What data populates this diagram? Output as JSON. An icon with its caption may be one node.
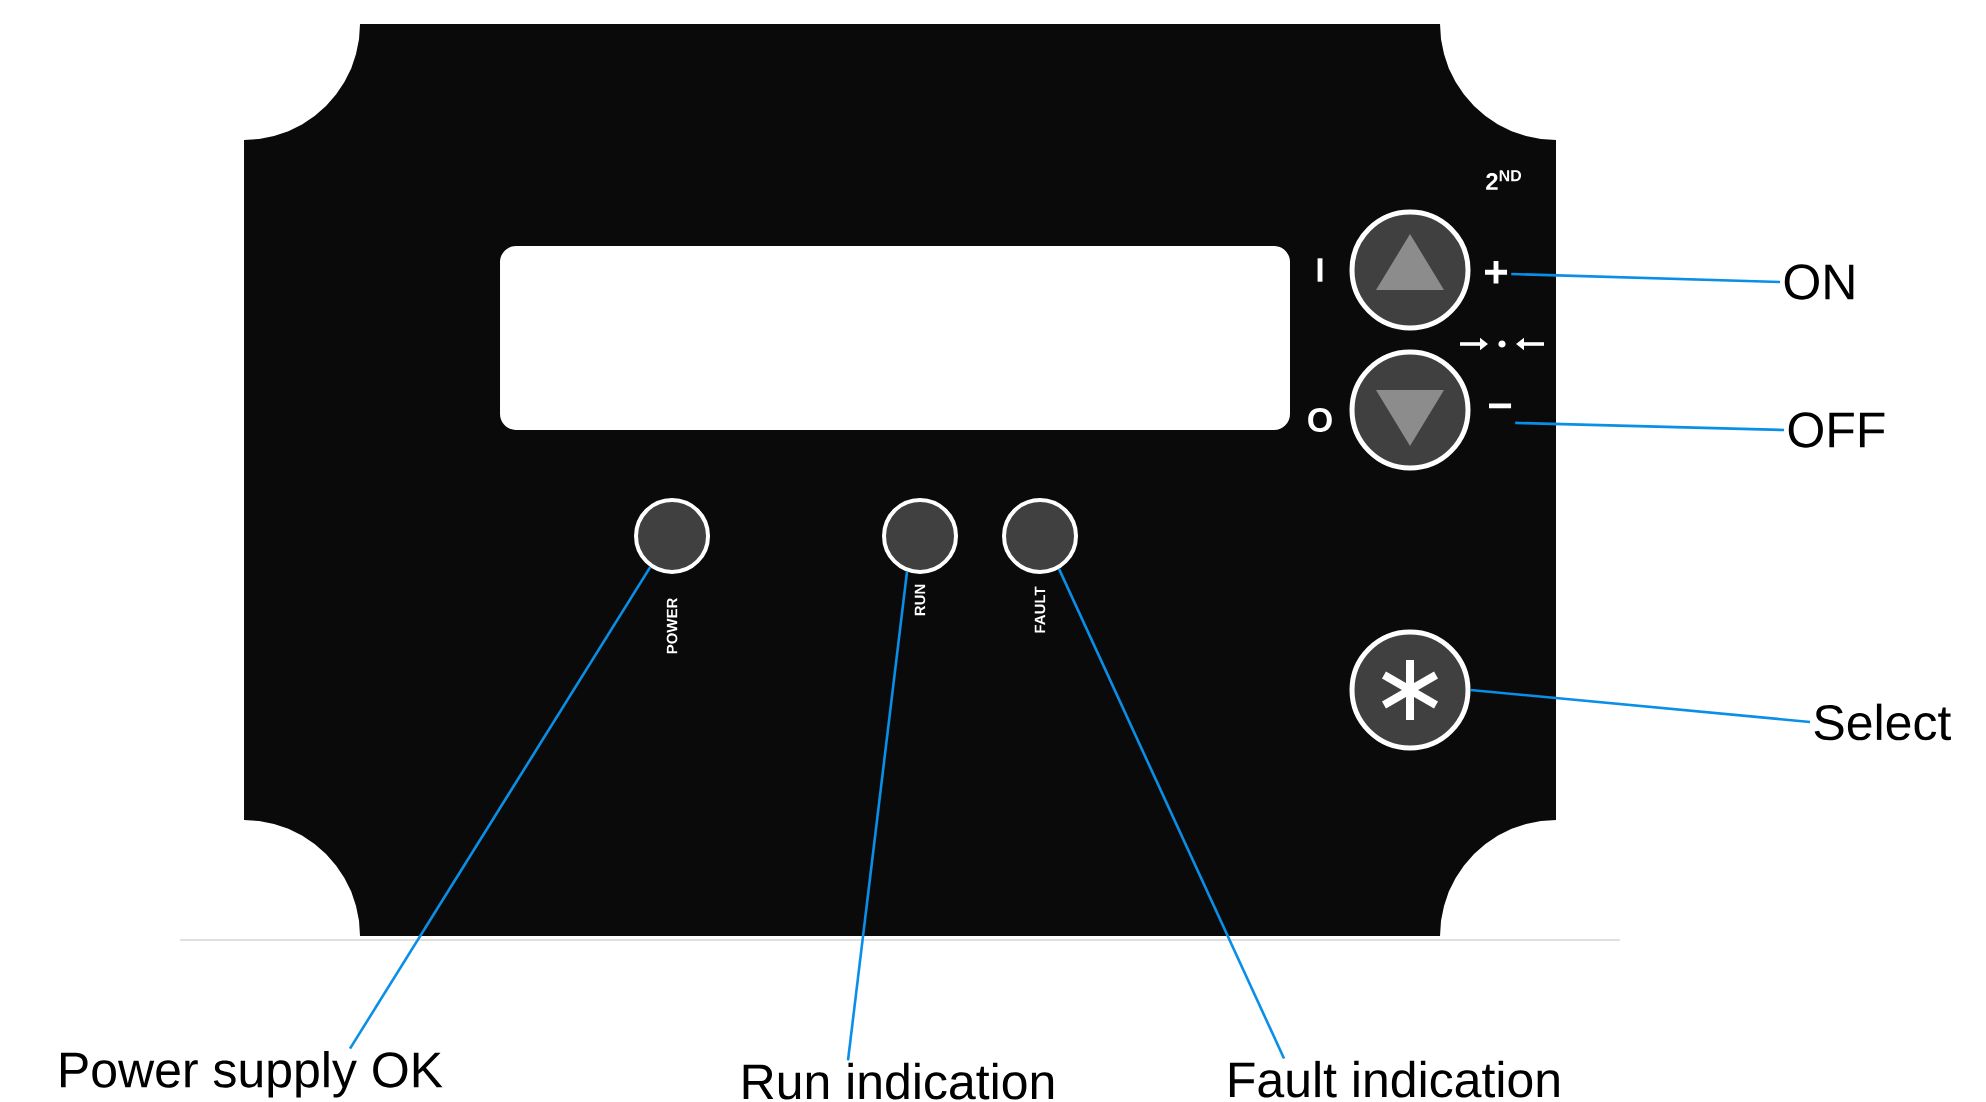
{
  "diagram": {
    "nodes": [
      {
        "text": [
          "ON"
        ]
      },
      {
        "text": [
          "OFF"
        ]
      },
      {
        "text": [
          "Select"
        ]
      },
      {
        "text": [
          "Power supply OK"
        ]
      },
      {
        "text": [
          "Run indication"
        ]
      },
      {
        "text": [
          "Fault indication"
        ]
      },
      {
        "text": [
          "+"
        ]
      },
      {
        "text": [
          "−"
        ]
      },
      {
        "text": [],
        "shape": "circle"
      },
      {
        "text": [],
        "shape": "circle"
      },
      {
        "text": [],
        "shape": "circle"
      },
      {
        "text": [],
        "shape": "circle"
      },
      {
        "text": [],
        "shape": "circle"
      },
      {
        "text": [],
        "shape": "circle"
      }
    ],
    "edges": [
      {
        "from": 0,
        "to": 6,
        "arrow": "none"
      },
      {
        "from": 1,
        "to": 7,
        "arrow": "none"
      },
      {
        "from": 2,
        "to": 10,
        "arrow": "none"
      },
      {
        "from": 3,
        "to": 11,
        "arrow": "none"
      },
      {
        "from": 4,
        "to": 12,
        "arrow": "none"
      },
      {
        "from": 5,
        "to": 13,
        "arrow": "none"
      }
    ],
    "labels": [
      "2$^{ND}$",
      "I",
      "O",
      "POWER",
      "RUN",
      "FAULT"
    ]
  }
}
